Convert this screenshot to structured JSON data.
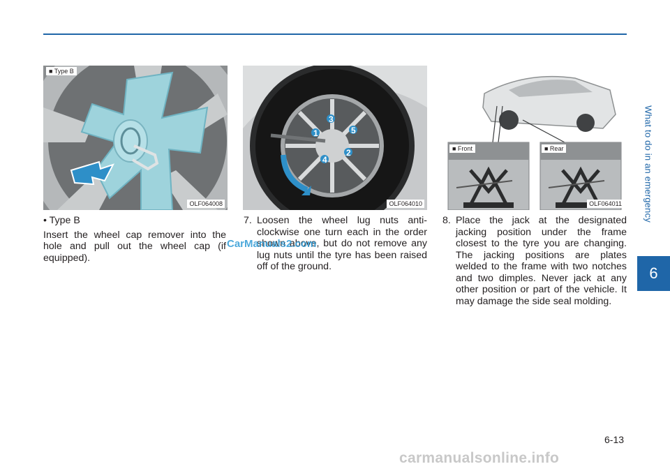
{
  "side_title": "What to do in an emergency",
  "chapter_number": "6",
  "figures": [
    {
      "tag": "■ Type B",
      "code": "OLF064008"
    },
    {
      "code": "OLF064010",
      "lug_labels": [
        "1",
        "2",
        "3",
        "4",
        "5"
      ]
    },
    {
      "code": "OLF064011",
      "front_tag": "■ Front",
      "rear_tag": "■ Rear"
    }
  ],
  "col1": {
    "heading": "• Type B",
    "body": "Insert the wheel cap remover into the hole and pull out the wheel cap (if equipped)."
  },
  "col2": {
    "number": "7.",
    "body": "Loosen the wheel lug nuts anti-clockwise one turn each in the order shown above, but do not remove any lug nuts until the tyre has been raised off of the ground."
  },
  "col3": {
    "number": "8.",
    "body": "Place the jack at the designated jacking position under the frame closest to the tyre you are changing. The jacking positions are plates welded to the frame with two notches and two dimples. Never jack at any other position or part of the vehicle. It may damage the side seal molding."
  },
  "watermark": "CarManuals2.com",
  "footer_link": "carmanualsonline.info",
  "page_number": "6-13",
  "colors": {
    "accent": "#1f66a8",
    "cap": "#9ed3dc",
    "arrow": "#2e8fc8"
  }
}
